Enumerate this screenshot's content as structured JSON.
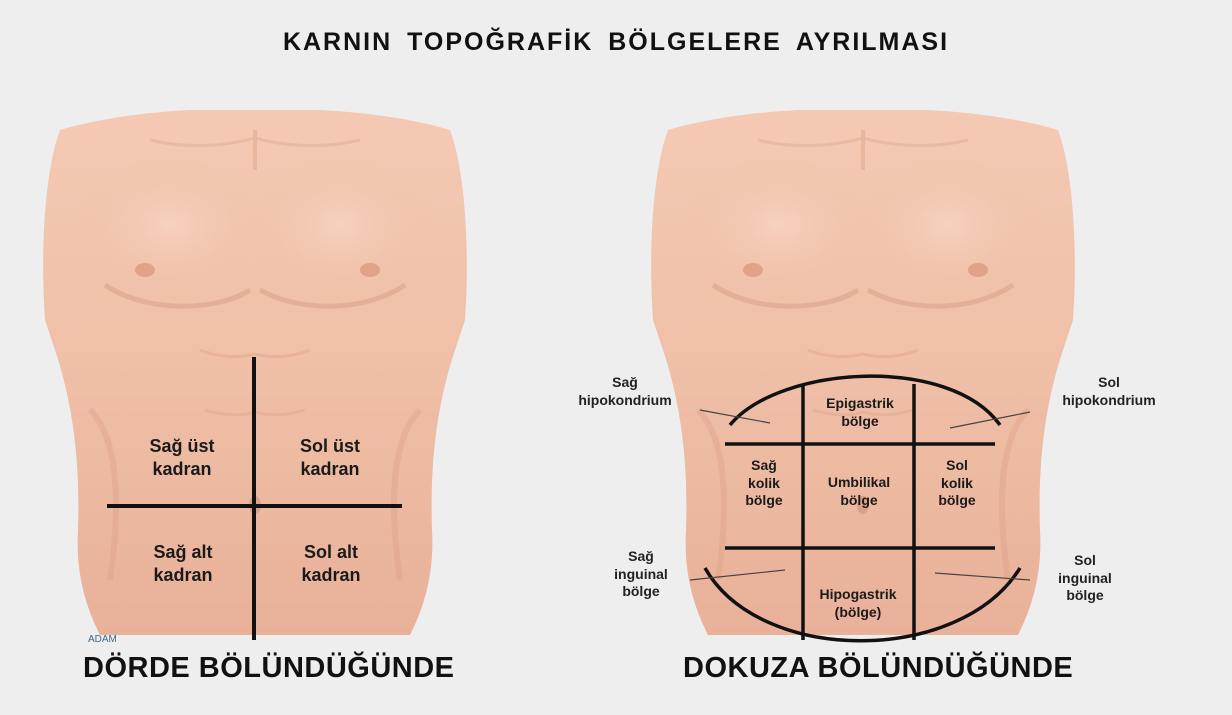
{
  "title": "KARNIN TOPOĞRAFİK BÖLGELERE AYRILMASI",
  "left": {
    "caption": "DÖRDE BÖLÜNDÜĞÜNDE",
    "watermark": "ADAM",
    "quadrants": {
      "upper_right": [
        "Sağ üst",
        "kadran"
      ],
      "upper_left": [
        "Sol üst",
        "kadran"
      ],
      "lower_right": [
        "Sağ alt",
        "kadran"
      ],
      "lower_left": [
        "Sol alt",
        "kadran"
      ]
    }
  },
  "right": {
    "caption": "DOKUZA BÖLÜNDÜĞÜNDE",
    "regions": {
      "epigastric": [
        "Epigastrik",
        "bölge"
      ],
      "right_colic": [
        "Sağ",
        "kolik",
        "bölge"
      ],
      "umbilical": [
        "Umbilikal",
        "bölge"
      ],
      "left_colic": [
        "Sol",
        "kolik",
        "bölge"
      ],
      "hypogastric": [
        "Hipogastrik",
        "(bölge)"
      ]
    },
    "callouts": {
      "right_hypochondrium": [
        "Sağ",
        "hipokondrium"
      ],
      "left_hypochondrium": [
        "Sol",
        "hipokondrium"
      ],
      "right_inguinal": [
        "Sağ",
        "inguinal",
        "bölge"
      ],
      "left_inguinal": [
        "Sol",
        "inguinal",
        "bölge"
      ]
    }
  },
  "colors": {
    "background": "#eeeeee",
    "skin_light": "#f6d6c6",
    "skin_mid": "#ecb9a2",
    "skin_shadow": "#d99a80",
    "lines": "#111111"
  }
}
